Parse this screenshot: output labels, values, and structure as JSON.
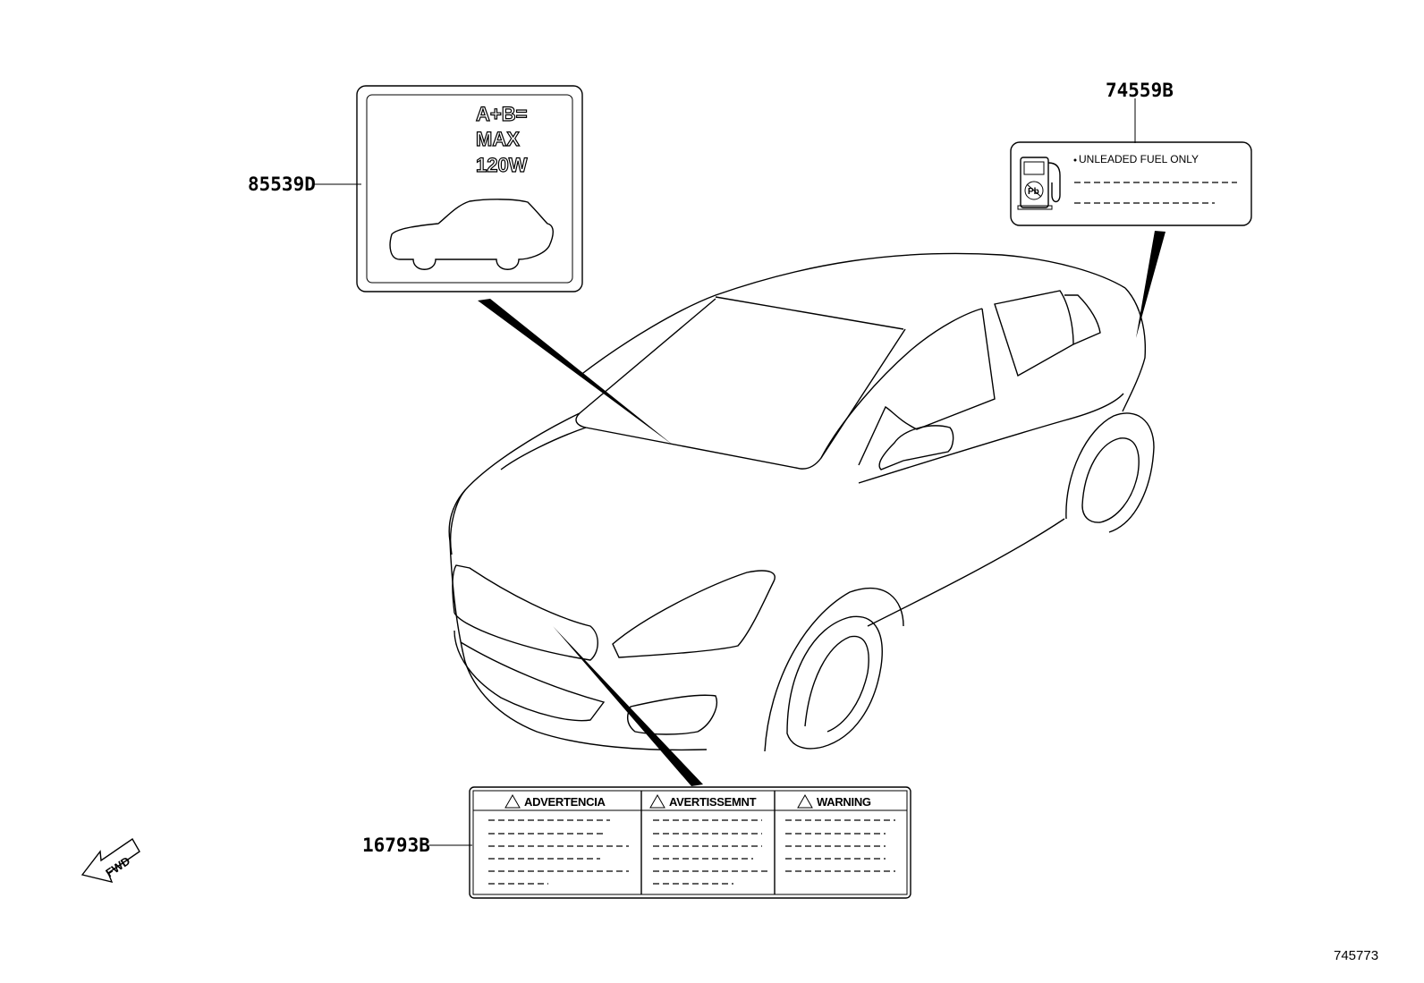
{
  "callouts": {
    "mirror_lamp_label": "85539D",
    "fuel_label": "74559B",
    "warning_label": "16793B"
  },
  "mirror_lamp_sticker": {
    "line1": "A+B=",
    "line2": "MAX",
    "line3": "120W"
  },
  "fuel_sticker": {
    "text": "UNLEADED FUEL ONLY"
  },
  "warning_sticker": {
    "col1": "ADVERTENCIA",
    "col2": "AVERTISSEMNT",
    "col3": "WARNING"
  },
  "fwd_arrow": {
    "text": "FWD"
  },
  "diagram_number": "745773"
}
